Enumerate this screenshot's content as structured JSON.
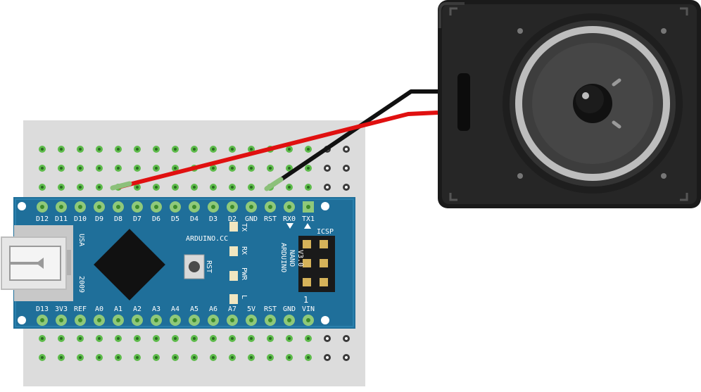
{
  "board": {
    "top_pins": [
      "D12",
      "D11",
      "D10",
      "D9",
      "D8",
      "D7",
      "D6",
      "D5",
      "D4",
      "D3",
      "D2",
      "GND",
      "RST",
      "RX0",
      "TX1"
    ],
    "bottom_pins": [
      "D13",
      "3V3",
      "REF",
      "A0",
      "A1",
      "A2",
      "A3",
      "A4",
      "A5",
      "A6",
      "A7",
      "5V",
      "RST",
      "GND",
      "VIN"
    ],
    "brand": "ARDUINO.CC",
    "model_line1": "ARDUINO",
    "model_line2": "NANO",
    "model_line3": "V3.0",
    "usa": "USA",
    "year": "2009",
    "rst_button_label": "RST",
    "icsp": "ICSP",
    "pin1_marker": "1",
    "led_labels": [
      "TX",
      "RX",
      "PWR",
      "L"
    ]
  },
  "colors": {
    "pcb": "#1f6f9a",
    "breadboard": "#dcdcdc",
    "hole_green": "#5dbb4a",
    "wire_red": "#e01010",
    "wire_black": "#111111",
    "speaker_body": "#1a1a1a"
  }
}
